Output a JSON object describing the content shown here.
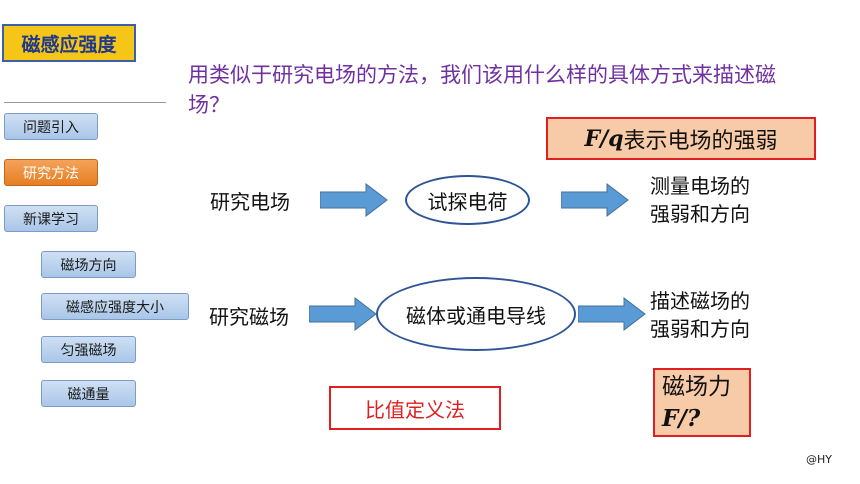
{
  "title": "磁感应强度",
  "question": "用类似于研究电场的方法，我们该用什么样的具体方式来描述磁场？",
  "nav": [
    {
      "label": "问题引入",
      "active": false
    },
    {
      "label": "研究方法",
      "active": true
    },
    {
      "label": "新课学习",
      "active": false
    },
    {
      "label": "磁场方向",
      "active": false
    },
    {
      "label": "磁感应强度大小",
      "active": false
    },
    {
      "label": "匀强磁场",
      "active": false
    },
    {
      "label": "磁通量",
      "active": false
    }
  ],
  "efield_box": {
    "formula": "F/q",
    "text": "表示电场的强弱"
  },
  "row1": {
    "label": "研究电场",
    "ellipse": "试探电荷",
    "result_line1": "测量电场的",
    "result_line2": "强弱和方向"
  },
  "row2": {
    "label": "研究磁场",
    "ellipse": "磁体或通电导线",
    "result_line1": "描述磁场的",
    "result_line2": "强弱和方向"
  },
  "method": "比值定义法",
  "magforce": {
    "line1": "磁场力",
    "line2": "F/?"
  },
  "watermark": "@HY",
  "colors": {
    "title_bg": "#f5c518",
    "title_text": "#1f3a8a",
    "question_text": "#7030a0",
    "nav_active": "#e67e22",
    "nav_default": "#a9c6e8",
    "highlight_bg": "#f8cba8",
    "highlight_border": "#e02020",
    "arrow_fill": "#5b9bd5"
  }
}
